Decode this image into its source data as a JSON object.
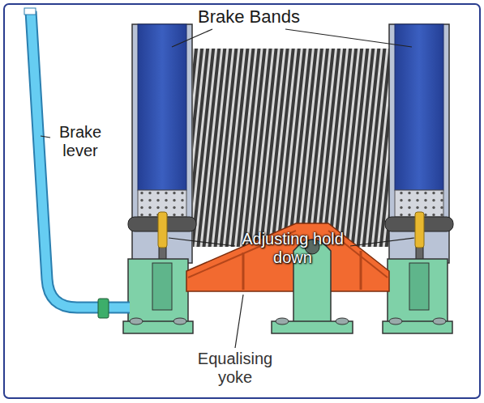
{
  "diagram": {
    "labels": [
      "Brake Bands",
      "Brake lever",
      "Adjusting hold down",
      "Equalising yoke"
    ]
  }
}
